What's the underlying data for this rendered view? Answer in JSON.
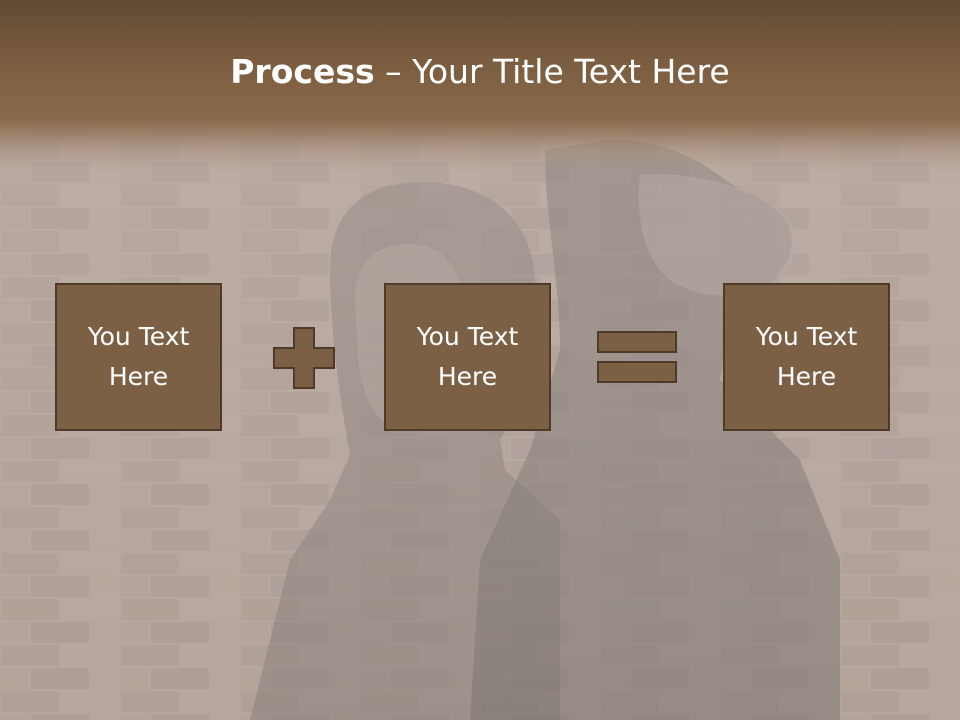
{
  "slide": {
    "title_bold": "Process",
    "title_rest": " – Your Title Text Here",
    "boxes": [
      {
        "line1": "You Text",
        "line2": "Here"
      },
      {
        "line1": "You Text",
        "line2": "Here"
      },
      {
        "line1": "You Text",
        "line2": "Here"
      }
    ],
    "operators": [
      "plus-icon",
      "equals-icon"
    ]
  },
  "colors": {
    "title_band": "#7a5c3f",
    "box_fill": "#7b6045",
    "box_border": "#4e3a27",
    "text": "#ffffff"
  }
}
